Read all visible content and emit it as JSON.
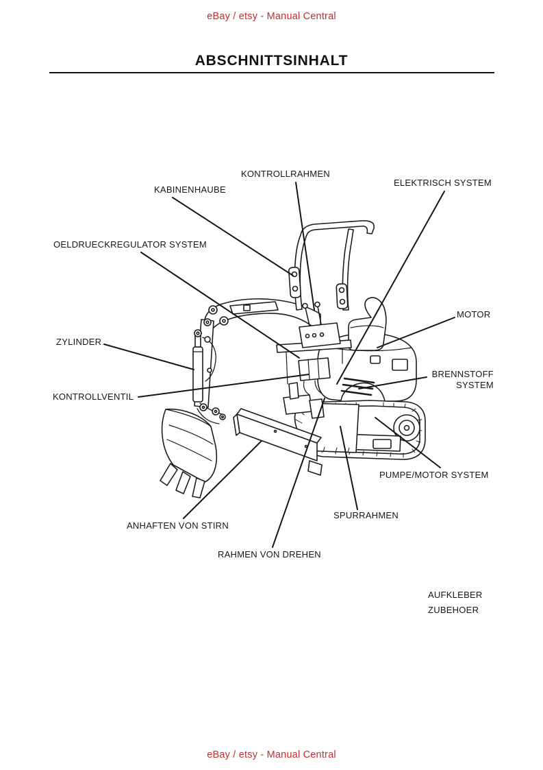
{
  "page": {
    "watermark_header": "eBay / etsy - Manual Central",
    "watermark_footer": "eBay / etsy - Manual Central",
    "title": "ABSCHNITTSINHALT"
  },
  "colors": {
    "watermark_red": "#c03030",
    "ink": "#1c1c1c"
  },
  "diagram": {
    "subject": "mini-excavator-parts-overview",
    "labels": [
      {
        "id": "kontrollrahmen",
        "text": "KONTROLLRAHMEN"
      },
      {
        "id": "kabinenhaube",
        "text": "KABINENHAUBE"
      },
      {
        "id": "elektrisch-system",
        "text": "ELEKTRISCH SYSTEM"
      },
      {
        "id": "oeldrueckregulator-system",
        "text": "OELDRUECKREGULATOR  SYSTEM"
      },
      {
        "id": "motor",
        "text": "MOTOR"
      },
      {
        "id": "zylinder",
        "text": "ZYLINDER"
      },
      {
        "id": "brennstoff-system",
        "text": "BRENNSTOFF\nSYSTEM"
      },
      {
        "id": "kontrollventil",
        "text": "KONTROLLVENTIL"
      },
      {
        "id": "pumpe-motor-system",
        "text": "PUMPE/MOTOR SYSTEM"
      },
      {
        "id": "spurrahmen",
        "text": "SPURRAHMEN"
      },
      {
        "id": "anhaften-von-stirn",
        "text": "ANHAFTEN VON STIRN"
      },
      {
        "id": "rahmen-von-drehen",
        "text": "RAHMEN VON DREHEN"
      },
      {
        "id": "aufkleber",
        "text": "AUFKLEBER"
      },
      {
        "id": "zubehoer",
        "text": "ZUBEHOER"
      }
    ]
  }
}
